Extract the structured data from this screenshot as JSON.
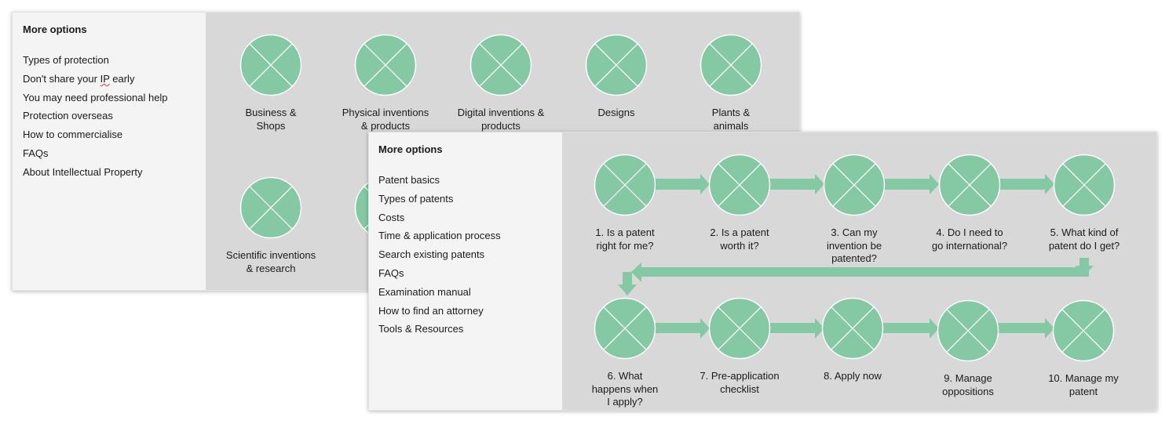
{
  "theme": {
    "accent": "#84c9a3",
    "accent_stroke": "#ffffff",
    "arrow": "#84c9a3"
  },
  "panel_a": {
    "sidebar": {
      "title": "More options",
      "items": [
        {
          "label": "Types of protection"
        },
        {
          "label_pre": "Don't share your ",
          "label_ip": "IP",
          "label_post": " early"
        },
        {
          "label": "You may need professional help"
        },
        {
          "label": "Protection overseas"
        },
        {
          "label": "How to commercialise"
        },
        {
          "label": "FAQs"
        },
        {
          "label": "About Intellectual Property"
        }
      ]
    },
    "tiles": [
      {
        "line1": "Business &",
        "line2": "Shops",
        "icon": "placeholder-x-icon"
      },
      {
        "line1": "Physical inventions",
        "line2": "& products",
        "icon": "placeholder-x-icon"
      },
      {
        "line1": "Digital inventions &",
        "line2": "products",
        "icon": "placeholder-x-icon"
      },
      {
        "line1": "Designs",
        "line2": "",
        "icon": "placeholder-x-icon"
      },
      {
        "line1": "Plants &",
        "line2": "animals",
        "icon": "placeholder-x-icon"
      },
      {
        "line1": "Scientific inventions",
        "line2": "& research",
        "icon": "placeholder-x-icon"
      }
    ]
  },
  "panel_b": {
    "sidebar": {
      "title": "More options",
      "items": [
        "Patent basics",
        "Types of patents",
        "Costs",
        "Time & application process",
        "Search existing patents",
        "FAQs",
        "Examination manual",
        "How to find an attorney",
        "Tools & Resources"
      ]
    },
    "steps": [
      {
        "lines": [
          "1. Is a patent",
          "right for me?"
        ]
      },
      {
        "lines": [
          "2. Is a patent",
          "worth it?"
        ]
      },
      {
        "lines": [
          "3. Can my",
          "invention be",
          "patented?"
        ]
      },
      {
        "lines": [
          "4. Do I need to",
          "go international?"
        ]
      },
      {
        "lines": [
          "5. What kind of",
          "patent do I get?"
        ]
      },
      {
        "lines": [
          "6. What",
          "happens when",
          "I apply?"
        ]
      },
      {
        "lines": [
          "7. Pre-application",
          "checklist"
        ]
      },
      {
        "lines": [
          "8. Apply now"
        ]
      },
      {
        "lines": [
          "9. Manage",
          "oppositions"
        ]
      },
      {
        "lines": [
          "10. Manage my",
          "patent"
        ]
      }
    ]
  }
}
